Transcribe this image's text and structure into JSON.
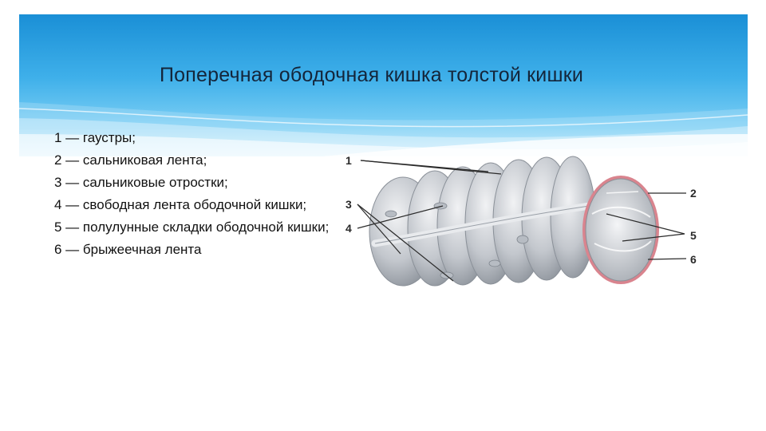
{
  "slide": {
    "title": "Поперечная ободочная кишка толстой кишки"
  },
  "legend": [
    {
      "number": "1",
      "text": "1 — гаустры;"
    },
    {
      "number": "2",
      "text": "2 — сальниковая лента;"
    },
    {
      "number": "3",
      "text": "3 — сальниковые отростки;"
    },
    {
      "number": "4",
      "text": "4 — свободная лента ободочной кишки;"
    },
    {
      "number": "5",
      "text": "5 — полулунные складки ободочной кишки;"
    },
    {
      "number": "6",
      "text": "6 — брыжеечная лента"
    }
  ],
  "diagram": {
    "labels": [
      "1",
      "2",
      "3",
      "4",
      "5",
      "6"
    ]
  },
  "colors": {
    "banner_top": "#1a8fd6",
    "banner_bottom": "#bfe8fb",
    "organ": "#c8ccd2",
    "cut_edge": "#d9848e"
  }
}
